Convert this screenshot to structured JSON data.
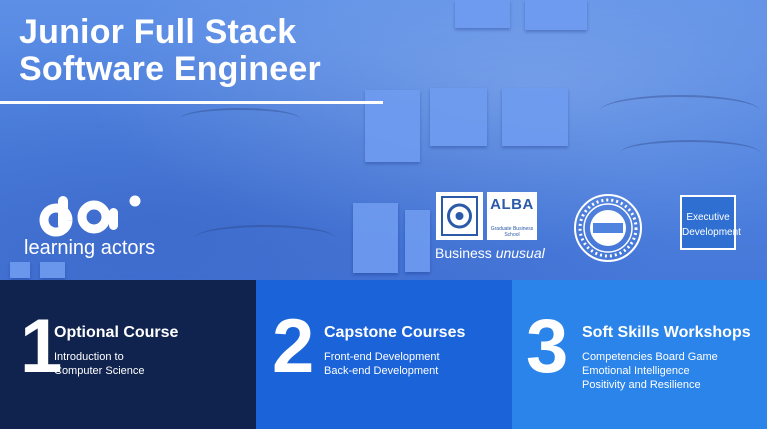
{
  "hero": {
    "title_line1": "Junior Full Stack",
    "title_line2": "Software Engineer"
  },
  "logos": {
    "learning_actors": "learning actors",
    "alba_word": "ALBA",
    "alba_sub": "Graduate Business School",
    "alba_tag_plain": "Business ",
    "alba_tag_italic": "unusual",
    "executive_line1": "Executive",
    "executive_line2": "Development"
  },
  "panels": [
    {
      "number": "1",
      "title": "Optional Course",
      "lines": [
        "Introduction to",
        "Computer Science"
      ]
    },
    {
      "number": "2",
      "title": "Capstone Courses",
      "lines": [
        "Front-end Development",
        "Back-end Development"
      ]
    },
    {
      "number": "3",
      "title": "Soft Skills Workshops",
      "lines": [
        "Competencies Board Game",
        "Emotional Intelligence",
        "Positivity and Resilience"
      ]
    }
  ],
  "colors": {
    "hero_blue": "#4f83e0",
    "panel1": "#10234e",
    "panel2": "#1a63d9",
    "panel3": "#2b84ea"
  }
}
